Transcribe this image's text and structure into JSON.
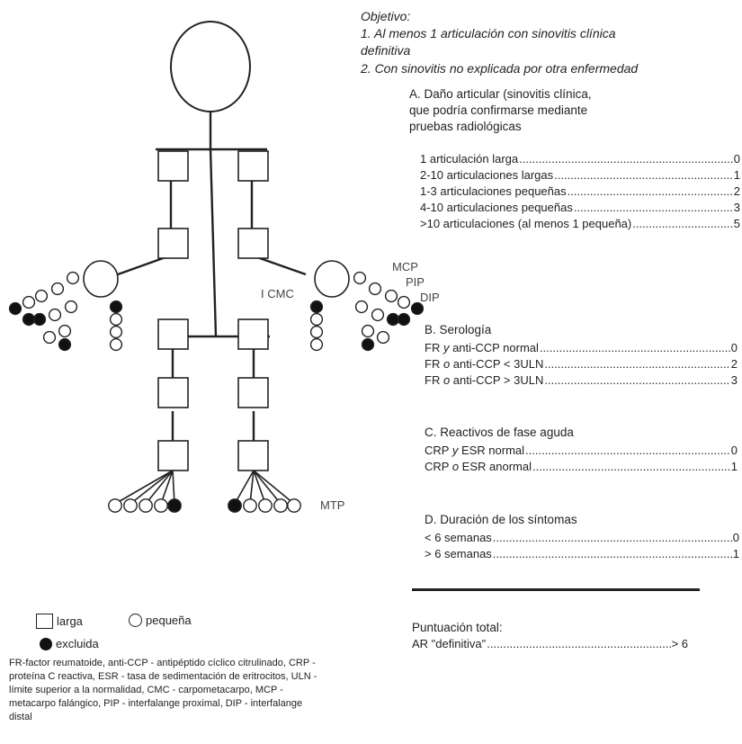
{
  "objective": {
    "heading": "Objetivo:",
    "line1": "1. Al menos 1 articulación con sinovitis clínica",
    "line1b": "definitiva",
    "line2": "2. Con sinovitis no explicada por otra enfermedad"
  },
  "section_a": {
    "title_lines": [
      "A. Daño articular (sinovitis clínica,",
      "que podría confirmarse mediante",
      "pruebas radiológicas"
    ],
    "rows": [
      {
        "label": "1 articulación larga",
        "score": "0"
      },
      {
        "label": "2-10 articulaciones largas",
        "score": "1"
      },
      {
        "label": "1-3 articulaciones pequeñas",
        "score": "2"
      },
      {
        "label": "4-10 articulaciones pequeñas",
        "score": "3"
      },
      {
        "label": ">10 articulaciones (al menos 1 pequeña)",
        "score": "5"
      }
    ]
  },
  "section_b": {
    "title": "B. Serología",
    "rows": [
      {
        "pre": "FR ",
        "conj": "y",
        "post": " anti-CCP normal",
        "score": "0"
      },
      {
        "pre": "FR ",
        "conj": "o",
        "post": " anti-CCP < 3ULN",
        "score": "2"
      },
      {
        "pre": "FR ",
        "conj": "o",
        "post": " anti-CCP > 3ULN",
        "score": "3"
      }
    ]
  },
  "section_c": {
    "title": "C. Reactivos de fase aguda",
    "rows": [
      {
        "pre": "CRP ",
        "conj": "y",
        "post": " ESR normal",
        "score": "0"
      },
      {
        "pre": "CRP ",
        "conj": "o",
        "post": " ESR anormal",
        "score": "1"
      }
    ]
  },
  "section_d": {
    "title": "D. Duración de los síntomas",
    "rows": [
      {
        "label": "< 6 semanas",
        "score": "0"
      },
      {
        "label": "> 6 semanas",
        "score": "1"
      }
    ]
  },
  "total": {
    "title": "Puntuación total:",
    "label": "AR \"definitiva\"",
    "score": "> 6"
  },
  "joint_labels": {
    "mcp": "MCP",
    "pip": "PIP",
    "dip": "DIP",
    "cmc": "I CMC",
    "mtp": "MTP"
  },
  "legend": {
    "large": "larga",
    "small": "pequeña",
    "excluded": "excluida"
  },
  "footnote": "FR-factor reumatoide, anti-CCP - antipéptido cíclico citrulinado, CRP - proteína C reactiva, ESR - tasa de sedimentación de eritrocitos, ULN - límite superior a la normalidad, CMC - carpometacarpo, MCP - metacarpo falángico, PIP - interfalange proximal, DIP - interfalange distal",
  "colors": {
    "line": "#222222",
    "excluded_fill": "#111111"
  }
}
